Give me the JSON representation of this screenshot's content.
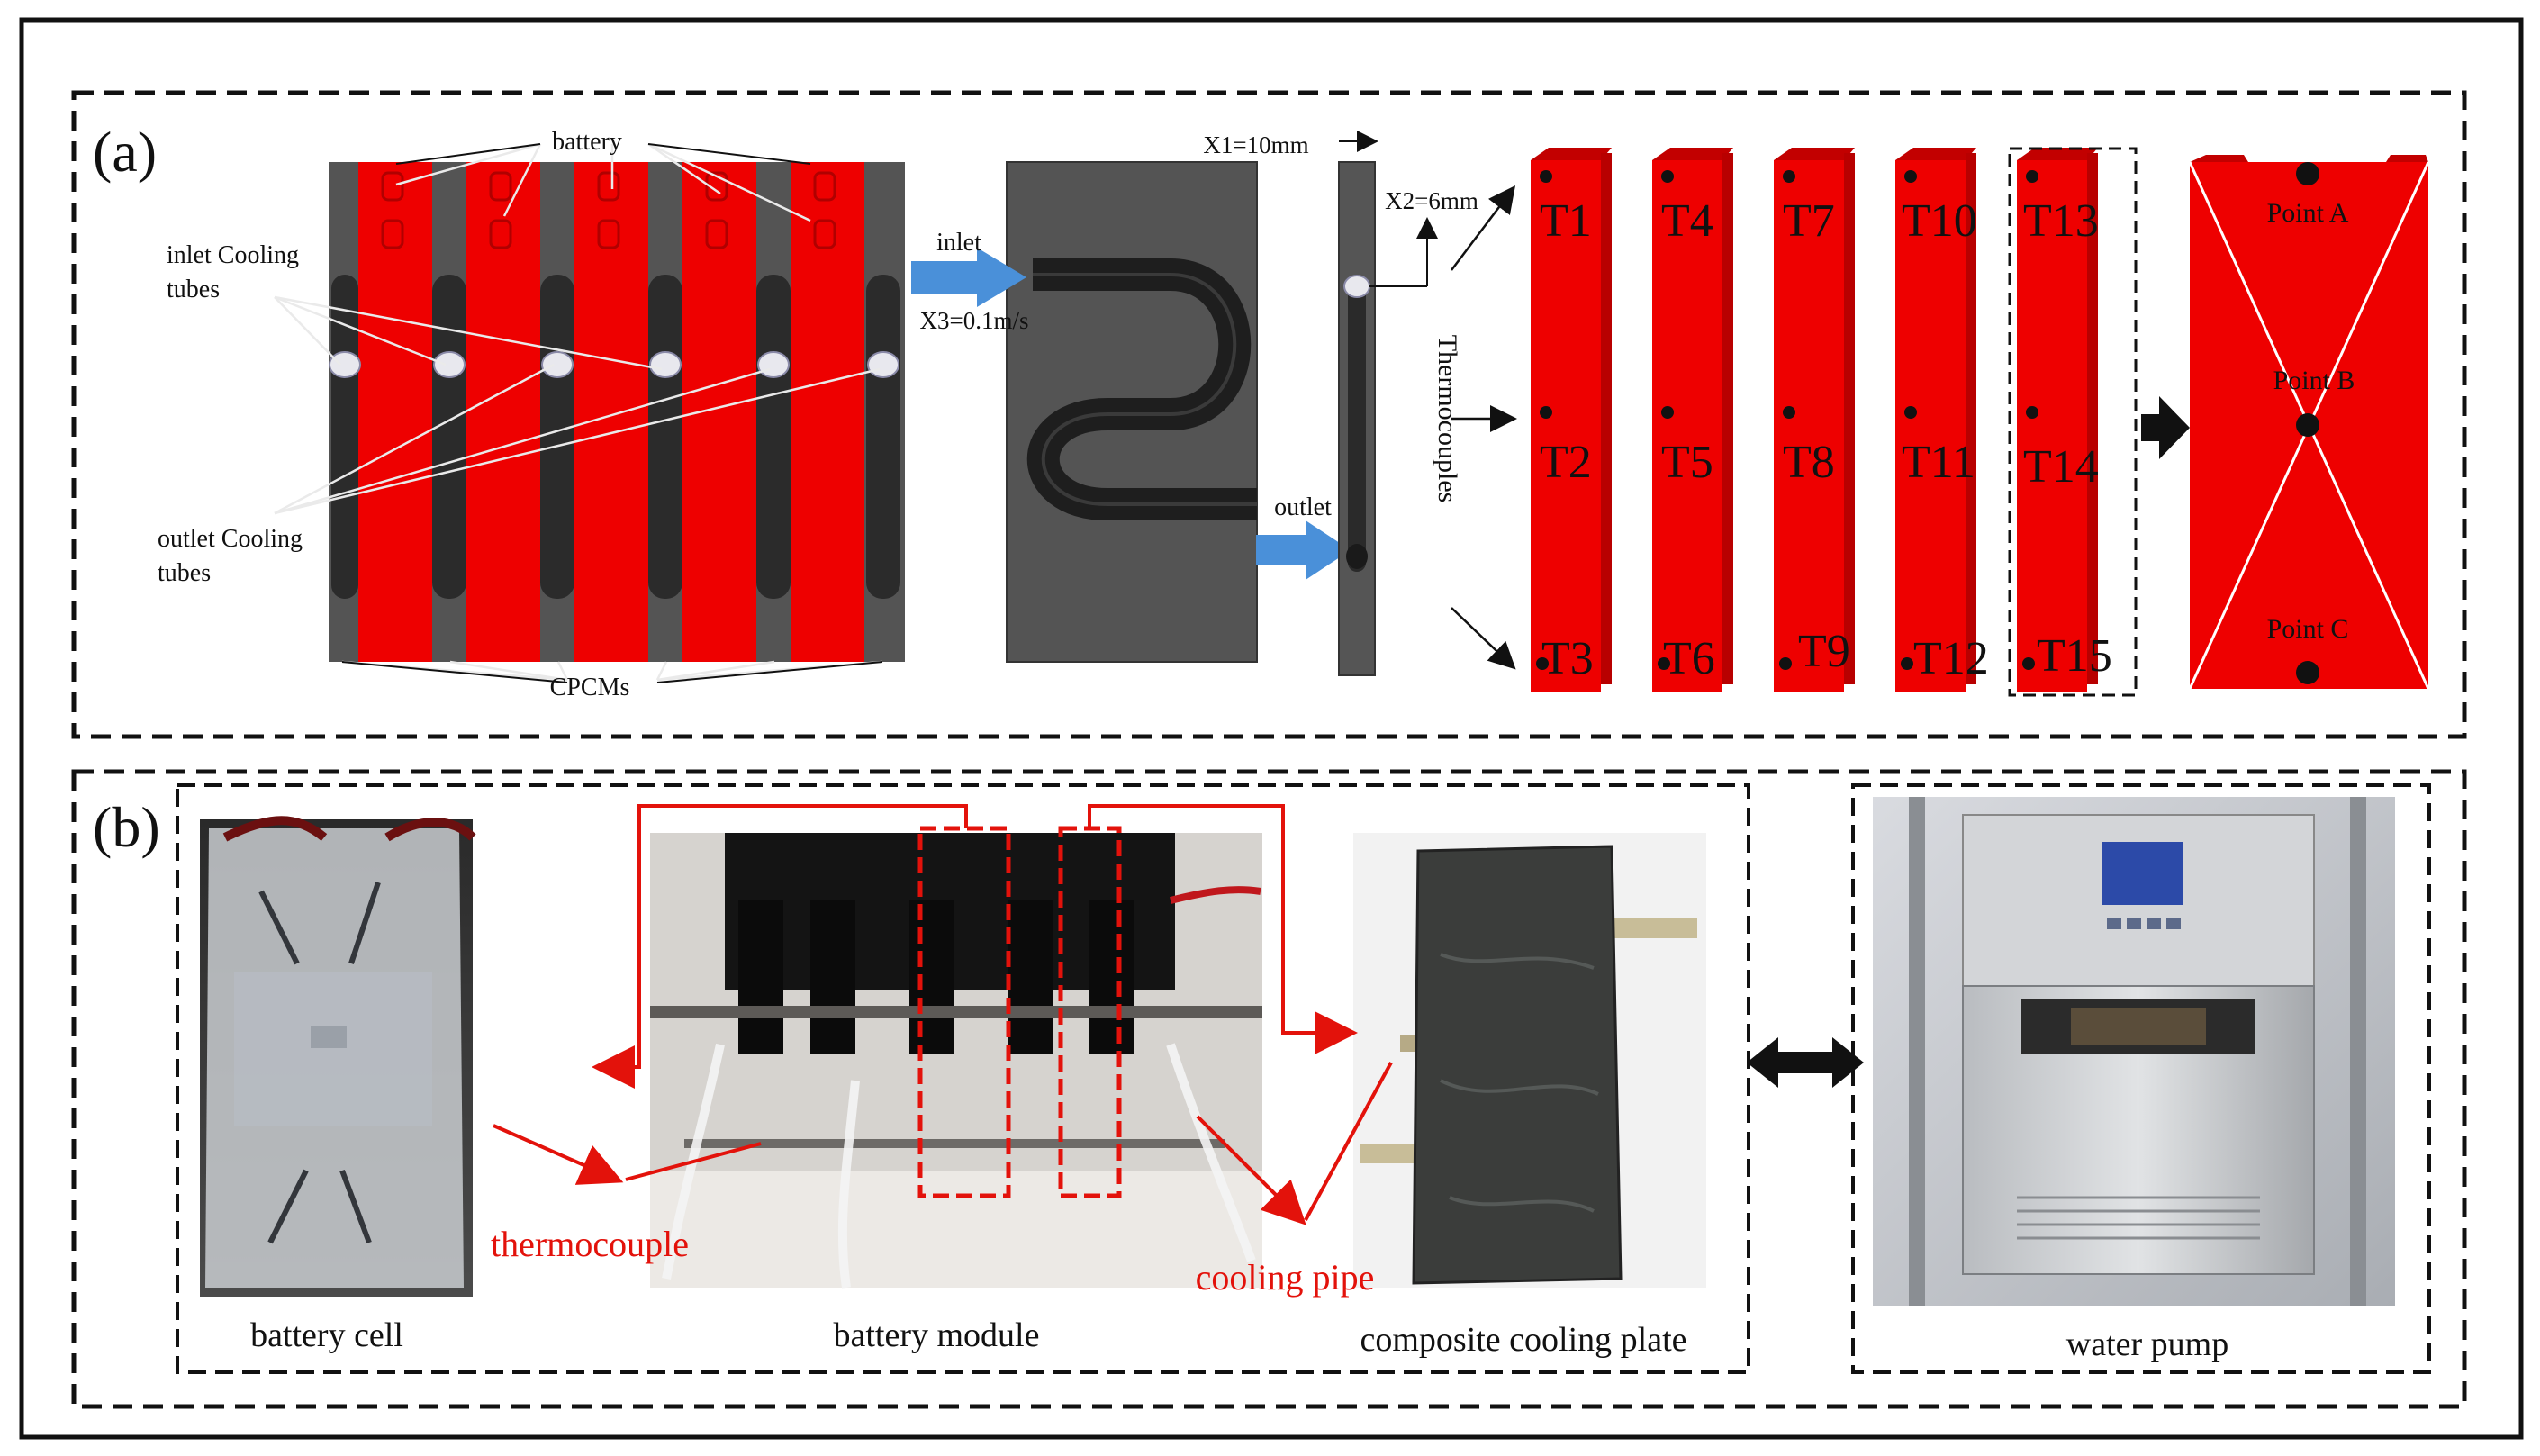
{
  "panels": {
    "a": {
      "label": "(a)"
    },
    "b": {
      "label": "(b)"
    }
  },
  "panel_a": {
    "battery_label": "battery",
    "inlet_tubes_line1": "inlet Cooling",
    "inlet_tubes_line2": "tubes",
    "outlet_tubes_line1": "outlet Cooling",
    "outlet_tubes_line2": "tubes",
    "cpcm_label": "CPCMs",
    "inlet_label": "inlet",
    "outlet_label": "outlet",
    "velocity_label": "X3=0.1m/s",
    "x1_label": "X1=10mm",
    "x2_label": "X2=6mm",
    "thermocouples_label": "Thermocouples",
    "thermocouple_points": [
      "T1",
      "T2",
      "T3",
      "T4",
      "T5",
      "T6",
      "T7",
      "T8",
      "T9",
      "T10",
      "T11",
      "T12",
      "T13",
      "T14",
      "T15"
    ],
    "point_a": "Point  A",
    "point_b": "Point  B",
    "point_c": "Point  C"
  },
  "panel_b": {
    "battery_cell": "battery cell",
    "battery_module": "battery module",
    "composite_plate": "composite cooling plate",
    "water_pump": "water pump",
    "thermocouple": "thermocouple",
    "cooling_pipe": "cooling pipe"
  },
  "colors": {
    "battery_red": "#ee0000",
    "cpcm_gray": "#545454",
    "arrow_blue": "#4a90d9",
    "callout_red": "#e3120b"
  }
}
